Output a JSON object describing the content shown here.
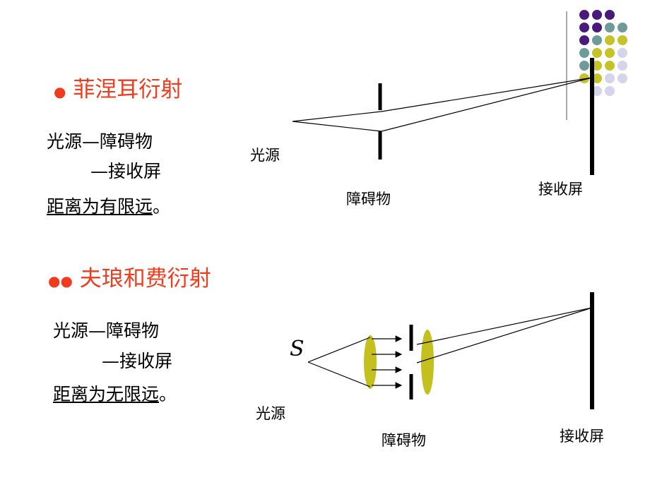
{
  "fresnel": {
    "bullet": "●",
    "title": "菲涅耳衍射",
    "line1": "光源—障碍物",
    "line2": "—接收屏",
    "conclusion": "距离为有限远",
    "period": "。",
    "diagram": {
      "source_label": "光源",
      "obstacle_label": "障碍物",
      "screen_label": "接收屏"
    }
  },
  "fraunhofer": {
    "bullet": "●●",
    "title": "夫琅和费衍射",
    "line1": "光源—障碍物",
    "line2": "—接收屏",
    "conclusion": "距离为无限远",
    "period": "。",
    "diagram": {
      "source_symbol": "S",
      "source_label": "光源",
      "obstacle_label": "障碍物",
      "screen_label": "接收屏"
    }
  },
  "colors": {
    "heading": "#f03c1e",
    "purple_dot": "#4a1a7a",
    "teal_dot": "#6e9a9a",
    "olive_dot": "#c5c22a",
    "lavender_dot": "#d4d4ea",
    "lens": "#c3c01f"
  },
  "decoration": {
    "dot_grid": [
      [
        "purple",
        "purple",
        "purple",
        ""
      ],
      [
        "purple",
        "purple",
        "teal",
        "teal"
      ],
      [
        "purple",
        "teal",
        "olive",
        "olive"
      ],
      [
        "teal",
        "olive",
        "olive",
        "lavender"
      ],
      [
        "teal",
        "olive",
        "olive",
        "lavender"
      ],
      [
        "olive",
        "olive",
        "lavender",
        "lavender"
      ],
      [
        "",
        "lavender",
        "lavender",
        ""
      ]
    ]
  }
}
